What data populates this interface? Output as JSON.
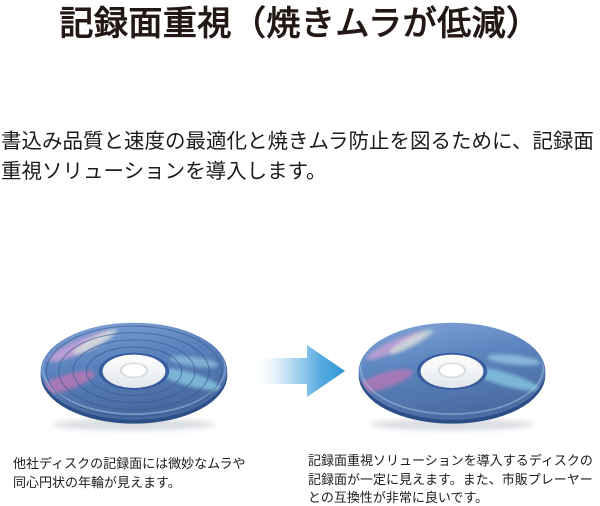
{
  "page": {
    "title": "記録面重視（焼きムラが低減）",
    "intro": "書込み品質と速度の最適化と焼きムラ防止を図るために、記録面\n重視ソリューションを導入します。"
  },
  "comparison": {
    "before": {
      "disc": "disc-with-uneven-rings",
      "caption": "他社ディスクの記録面には微妙なムラや\n同心円状の年輪が見えます。"
    },
    "arrow_icon": "right-arrow-icon",
    "after": {
      "disc": "disc-uniform-surface",
      "caption": "記録面重視ソリューションを導入するディスクの\n記録面が一定に見えます。また、市販プレーヤー\nとの互換性が非常に良いです。"
    }
  },
  "colors": {
    "background": "#ffffff",
    "title_text": "#231815",
    "body_text": "#1c1c1c",
    "disc_blue": "#5b83bd",
    "disc_rim_blue": "#2c4e86",
    "arrow_blue": "#2e96d7"
  }
}
